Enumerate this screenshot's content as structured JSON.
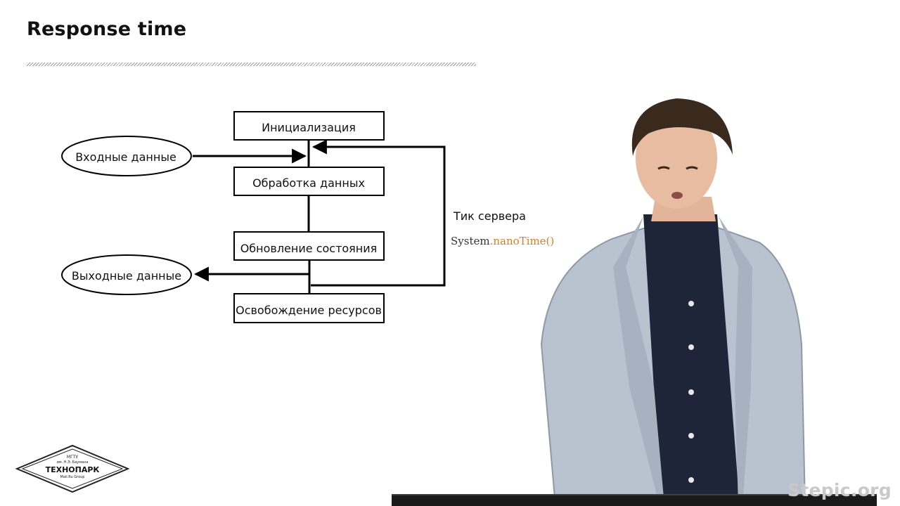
{
  "slide": {
    "title": "Response time"
  },
  "diagram": {
    "boxes": {
      "init": "Инициализация",
      "process": "Обработка данных",
      "update": "Обновление состояния",
      "release": "Освобождение ресурсов"
    },
    "ellipses": {
      "input": "Входные данные",
      "output": "Выходные данные"
    },
    "loop_label": "Тик сервера",
    "code": {
      "object": "System",
      "dot": ".",
      "method": "nanoTime()"
    }
  },
  "logo": {
    "line1": "МГТУ",
    "line2": "им. Н.Э. Баумана",
    "name": "ТЕХНОПАРК",
    "group": "Mail.Ru Group"
  },
  "watermark": "Stepic.org",
  "colors": {
    "title": "#111111",
    "code_object": "#333333",
    "code_method": "#e07b20",
    "watermark": "#c9c9c9"
  }
}
